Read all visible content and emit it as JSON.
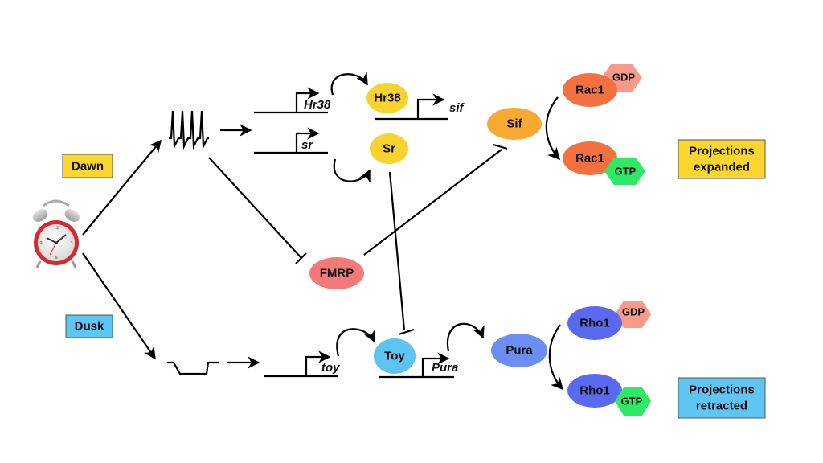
{
  "title": "Circadian regulation of neuronal projection remodeling",
  "colors": {
    "dawn": "#fcd62e",
    "dusk": "#5ec6f5",
    "hr38": "#f7d330",
    "sr": "#f7d330",
    "sif": "#f7a932",
    "fmrp": "#f27a78",
    "rac1": "#f2713e",
    "gdp": "#f79a8a",
    "gtp": "#2ee866",
    "toy": "#5ec3f0",
    "pura": "#6b8ef2",
    "rho1": "#5a6af0",
    "expanded": "#fcd62e",
    "retracted": "#5ec6f5"
  },
  "labels": {
    "dawn": "Dawn",
    "dusk": "Dusk",
    "expanded": [
      "Projections",
      "expanded"
    ],
    "retracted": [
      "Projections",
      "retracted"
    ]
  },
  "clock": {
    "icon": "alarm-clock-icon"
  },
  "signals": {
    "dawn_activity": "firing-spikes",
    "dusk_activity": "silent-hyperpolarized"
  },
  "genes": {
    "hr38": "Hr38",
    "sr": "sr",
    "sif": "sif",
    "toy": "toy",
    "pura": "Pura"
  },
  "proteins": {
    "hr38": "Hr38",
    "sr": "Sr",
    "sif": "Sif",
    "fmrp": "FMRP",
    "rac1_gdp": "Rac1",
    "rac1_gtp": "Rac1",
    "toy": "Toy",
    "pura": "Pura",
    "rho1_gdp": "Rho1",
    "rho1_gtp": "Rho1",
    "gdp": "GDP",
    "gtp": "GTP"
  },
  "interactions": [
    {
      "from": "clock",
      "to": "dawn_activity",
      "type": "activates"
    },
    {
      "from": "clock",
      "to": "dusk_activity",
      "type": "activates"
    },
    {
      "from": "dawn_activity",
      "to": "hr38_gene",
      "type": "activates"
    },
    {
      "from": "dawn_activity",
      "to": "sr_gene",
      "type": "activates"
    },
    {
      "from": "dawn_activity",
      "to": "FMRP",
      "type": "inhibits"
    },
    {
      "from": "Hr38",
      "to": "sif_gene",
      "type": "activates"
    },
    {
      "from": "FMRP",
      "to": "Sif",
      "type": "inhibits"
    },
    {
      "from": "Sr",
      "to": "Toy",
      "type": "inhibits"
    },
    {
      "from": "Sif",
      "to": "Rac1-GTP",
      "type": "activates"
    },
    {
      "from": "dusk_activity",
      "to": "toy_gene",
      "type": "activates"
    },
    {
      "from": "Toy",
      "to": "pura_gene",
      "type": "activates"
    },
    {
      "from": "Pura",
      "to": "Rho1-GTP",
      "type": "activates"
    }
  ]
}
